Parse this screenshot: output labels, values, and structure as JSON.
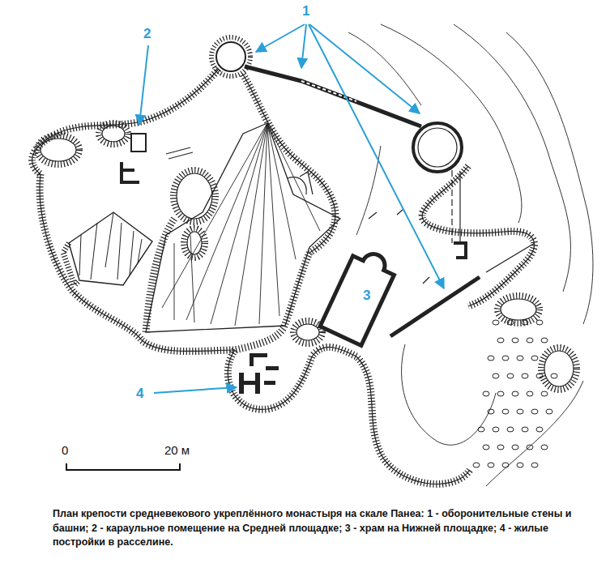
{
  "diagram": {
    "caption": "План крепости средневекового укреплённого монастыря на скале Панеа: 1 - оборонительные стены и башни; 2 - караульное помещение на Средней площадке; 3 - храм на Нижней площадке; 4 - жилые постройки в расселине.",
    "labels": [
      "1",
      "2",
      "3",
      "4",
      "0",
      "20 м"
    ]
  }
}
